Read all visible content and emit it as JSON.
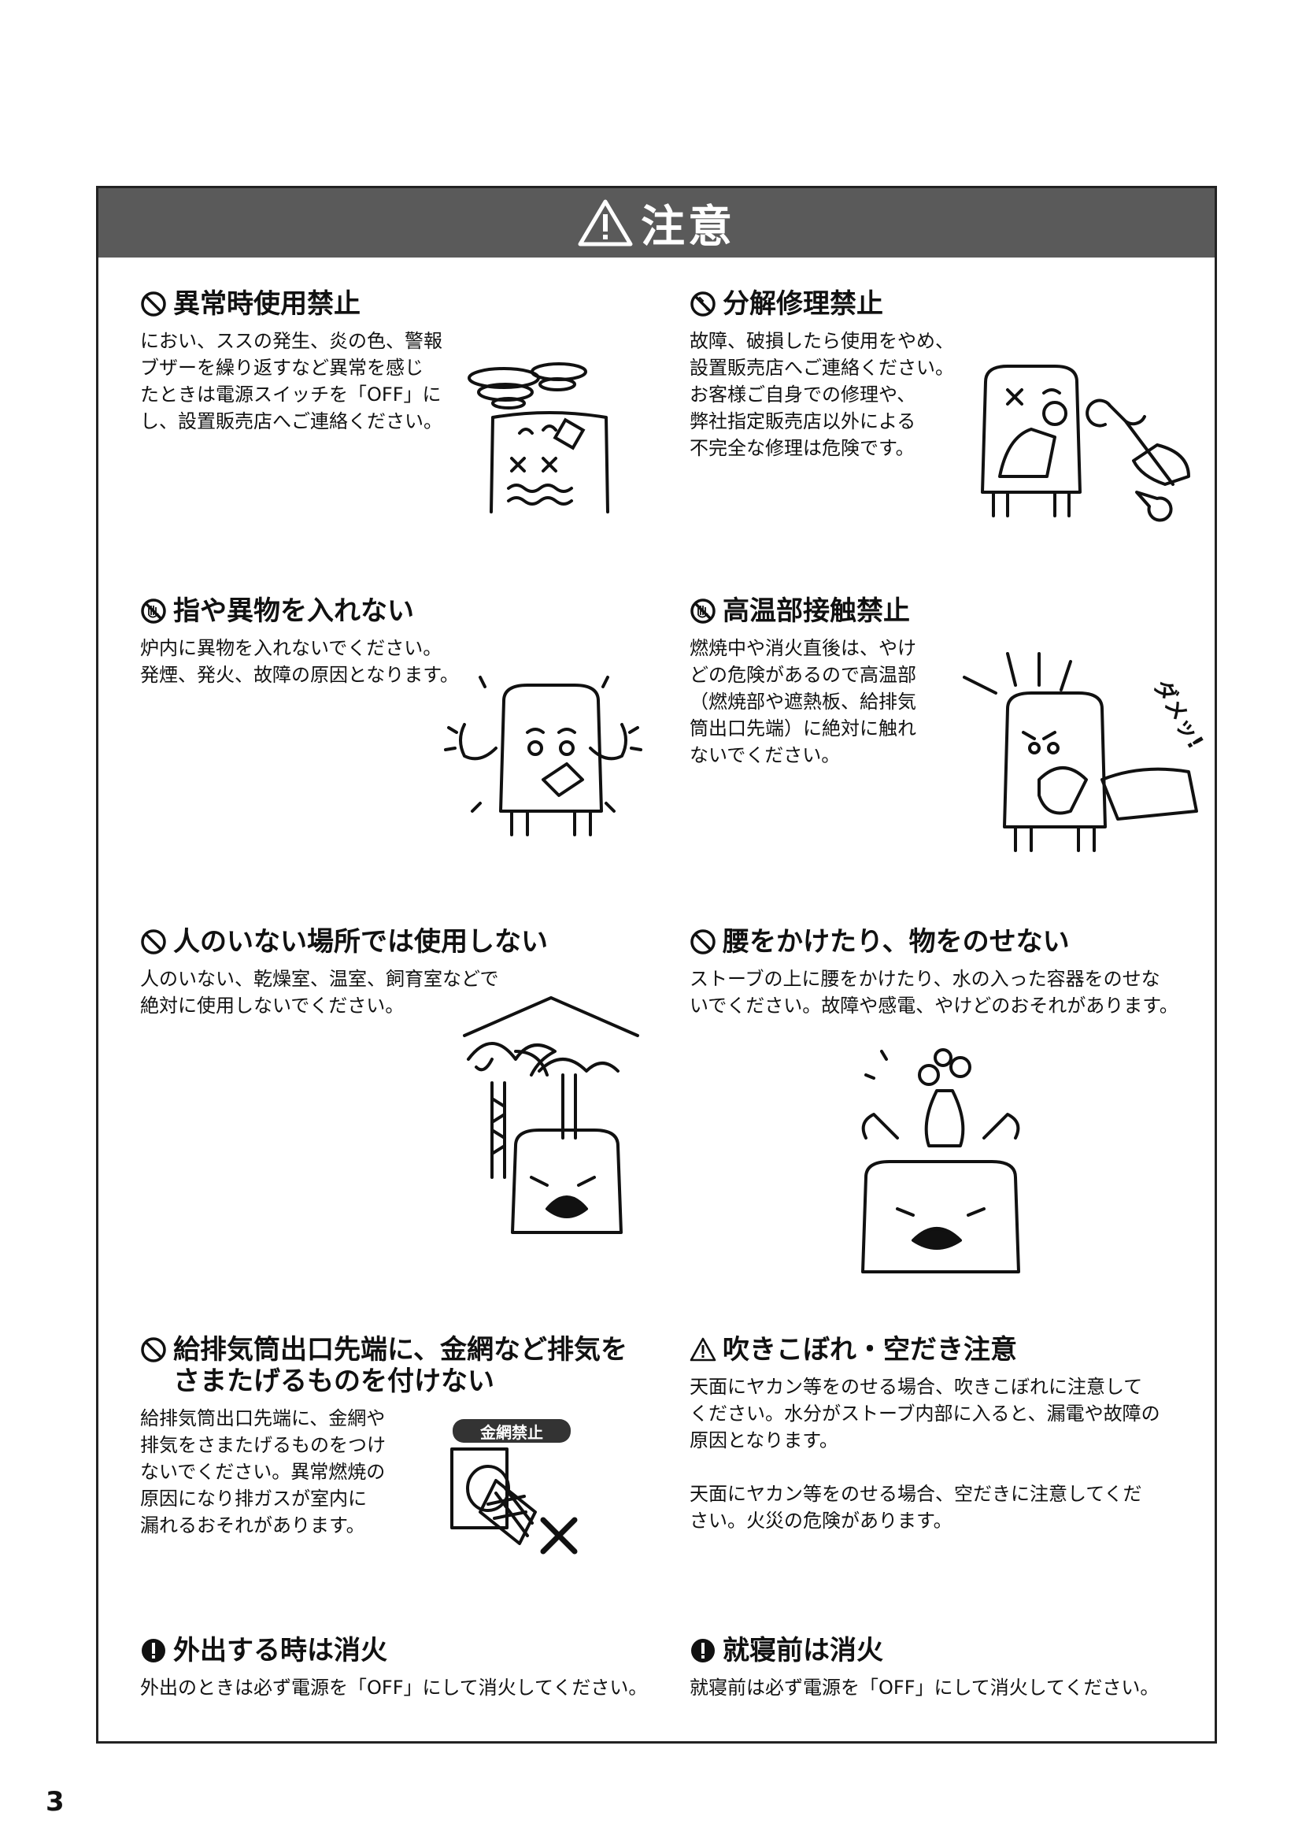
{
  "banner": {
    "title": "注意"
  },
  "sections": {
    "s1": {
      "title": "異常時使用禁止",
      "body": "におい、ススの発生、炎の色、警報\nブザーを繰り返すなど異常を感じ\nたときは電源スイッチを「OFF」に\nし、設置販売店へご連絡ください。"
    },
    "s2": {
      "title": "分解修理禁止",
      "body": "故障、破損したら使用をやめ、\n設置販売店へご連絡ください。\nお客様ご自身での修理や、\n弊社指定販売店以外による\n不完全な修理は危険です。"
    },
    "s3": {
      "title": "指や異物を入れない",
      "body": "炉内に異物を入れないでください。\n発煙、発火、故障の原因となります。"
    },
    "s4": {
      "title": "高温部接触禁止",
      "body": "燃焼中や消火直後は、やけ\nどの危険があるので高温部\n（燃焼部や遮熱板、給排気\n筒出口先端）に絶対に触れ\nないでください。"
    },
    "s5": {
      "title": "人のいない場所では使用しない",
      "body": "人のいない、乾燥室、温室、飼育室などで\n絶対に使用しないでください。"
    },
    "s6": {
      "title": "腰をかけたり、物をのせない",
      "body": "ストーブの上に腰をかけたり、水の入った容器をのせな\nいでください。故障や感電、やけどのおそれがあります。"
    },
    "s7": {
      "title": "給排気筒出口先端に、金網など排気を\nさまたげるものを付けない",
      "body": "給排気筒出口先端に、金網や\n排気をさまたげるものをつけ\nないでください。異常燃焼の\n原因になり排ガスが室内に\n漏れるおそれがあります。"
    },
    "s8": {
      "title": "吹きこぼれ・空だき注意",
      "body": "天面にヤカン等をのせる場合、吹きこぼれに注意して\nください。水分がストーブ内部に入ると、漏電や故障の\n原因となります。\n\n天面にヤカン等をのせる場合、空だきに注意してくだ\nさい。火災の危険があります。"
    },
    "s9": {
      "title": "外出する時は消火",
      "body": "外出のときは必ず電源を「OFF」にして消火してください。"
    },
    "s10": {
      "title": "就寝前は消火",
      "body": "就寝前は必ず電源を「OFF」にして消火してください。"
    }
  },
  "illustrations": {
    "damettsu": "ダメッ!",
    "kanaami_label": "金網禁止"
  },
  "page_number": "3"
}
